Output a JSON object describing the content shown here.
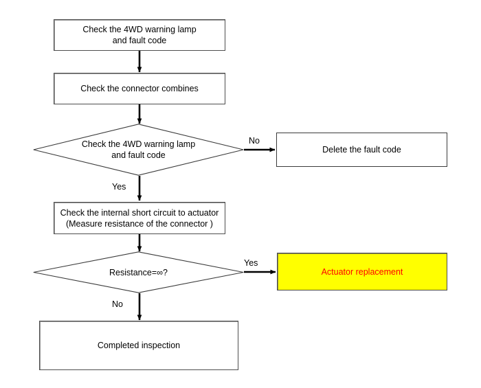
{
  "diagram": {
    "title": "4WD warning lamp / actuator troubleshooting flowchart",
    "type": "flowchart",
    "colors": {
      "background": "#ffffff",
      "box_border": "#4d4d4d",
      "box_fill": "#ffffff",
      "highlight_fill": "#ffff00",
      "highlight_text": "#ff0000",
      "connector": "#000000"
    },
    "nodes": [
      {
        "id": "n1",
        "shape": "process",
        "text": "Check the 4WD warning lamp\nand fault code"
      },
      {
        "id": "n2",
        "shape": "process",
        "text": "Check the connector combines"
      },
      {
        "id": "n3",
        "shape": "decision",
        "text": "Check the 4WD warning lamp\nand fault code"
      },
      {
        "id": "n4",
        "shape": "process",
        "text": "Delete the fault code"
      },
      {
        "id": "n5",
        "shape": "process",
        "text": "Check the internal short circuit to actuator\n(Measure resistance of the connector )"
      },
      {
        "id": "n6",
        "shape": "decision",
        "text": "Resistance=∞?"
      },
      {
        "id": "n7",
        "shape": "process-highlight",
        "text": "Actuator replacement"
      },
      {
        "id": "n8",
        "shape": "process",
        "text": "Completed inspection"
      }
    ],
    "edges": [
      {
        "id": "e1",
        "from": "n1",
        "to": "n2",
        "label": ""
      },
      {
        "id": "e2",
        "from": "n2",
        "to": "n3",
        "label": ""
      },
      {
        "id": "e3",
        "from": "n3",
        "to": "n4",
        "label": "No"
      },
      {
        "id": "e4",
        "from": "n3",
        "to": "n5",
        "label": "Yes"
      },
      {
        "id": "e5",
        "from": "n5",
        "to": "n6",
        "label": ""
      },
      {
        "id": "e6",
        "from": "n6",
        "to": "n7",
        "label": "Yes"
      },
      {
        "id": "e7",
        "from": "n6",
        "to": "n8",
        "label": "No"
      }
    ],
    "edge_labels": {
      "no_top": "No",
      "yes_top": "Yes",
      "yes_bottom": "Yes",
      "no_bottom": "No"
    }
  }
}
